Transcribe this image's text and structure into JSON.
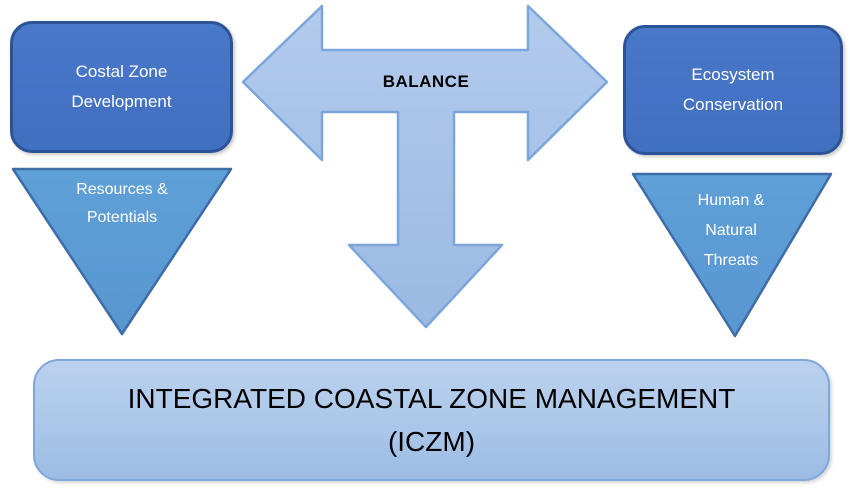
{
  "diagram": {
    "boxes": {
      "left": {
        "lines": [
          "Costal Zone",
          "Development"
        ]
      },
      "right": {
        "lines": [
          "Ecosystem",
          "Conservation"
        ]
      }
    },
    "balance_arrow": {
      "label": "BALANCE"
    },
    "funnels": {
      "left": {
        "lines": [
          "Resources &",
          "Potentials"
        ]
      },
      "right": {
        "lines": [
          "Human &",
          "Natural",
          "Threats"
        ]
      }
    },
    "footer": {
      "lines": [
        "INTEGRATED COASTAL ZONE MANAGEMENT",
        "(ICZM)"
      ]
    },
    "colors": {
      "box_fill": "#4472C4",
      "box_border": "#2C5396",
      "funnel_fill": "#5B9BD5",
      "funnel_border": "#3E6CA5",
      "arrow_fill": "#A6C1E7",
      "arrow_border": "#7CA6DB",
      "footer_fill": "#AFC9EA",
      "footer_border": "#7FA7D9",
      "label_light": "#FFFFFF",
      "label_dark": "#000000"
    }
  }
}
